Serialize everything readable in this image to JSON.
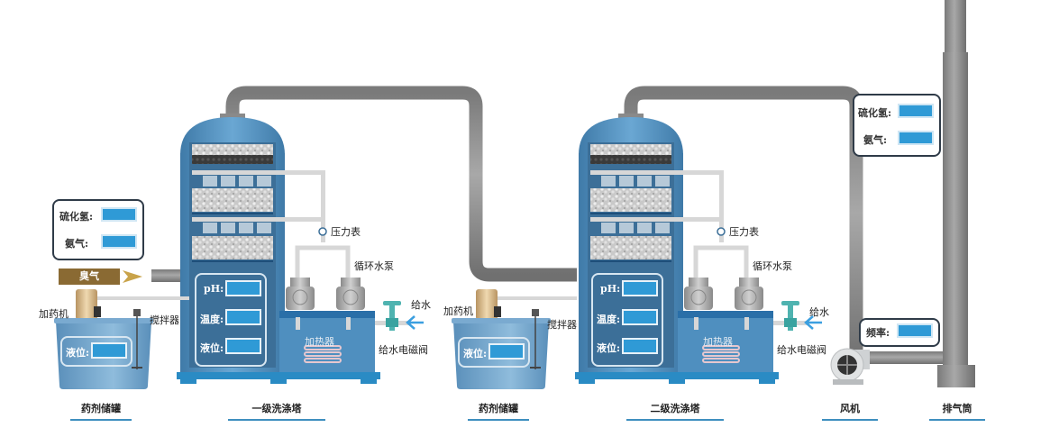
{
  "diagram": {
    "title": "Two-stage scrubber tower deodorization process",
    "colors": {
      "tower_blue": "#4f8fbf",
      "tower_dark": "#3c6f98",
      "pipe_gray": "#8f8f8f",
      "readout_blue": "#2f9ad6",
      "odor_brown": "#8a6a33",
      "caption_underline": "#3e8fbf"
    },
    "inlet": {
      "label": "臭气"
    },
    "gas_monitor_inlet": {
      "h2s_label": "硫化氢:",
      "h2s_value": "",
      "nh3_label": "氨气:",
      "nh3_value": ""
    },
    "gas_monitor_outlet": {
      "h2s_label": "硫化氢:",
      "h2s_value": "",
      "nh3_label": "氨气:",
      "nh3_value": ""
    },
    "stage1": {
      "tank": {
        "caption": "药剂储罐",
        "dosing_label": "加药机",
        "stirrer_label": "搅拌器",
        "level_label": "液位:",
        "level_value": ""
      },
      "tower": {
        "caption": "一级洗涤塔",
        "ph_label": "pH:",
        "ph_value": "",
        "temp_label": "温度:",
        "temp_value": "",
        "level_label": "液位:",
        "level_value": "",
        "heater_label": "加热器",
        "gauge_label": "压力表",
        "pump_label": "循环水泵",
        "water_label": "给水",
        "valve_label": "给水电磁阀"
      }
    },
    "stage2": {
      "tank": {
        "caption": "药剂储罐",
        "dosing_label": "加药机",
        "stirrer_label": "搅拌器",
        "level_label": "液位:",
        "level_value": ""
      },
      "tower": {
        "caption": "二级洗涤塔",
        "ph_label": "pH:",
        "ph_value": "",
        "temp_label": "温度:",
        "temp_value": "",
        "level_label": "液位:",
        "level_value": "",
        "heater_label": "加热器",
        "gauge_label": "压力表",
        "pump_label": "循环水泵",
        "water_label": "给水",
        "valve_label": "给水电磁阀"
      }
    },
    "fan": {
      "caption": "风机",
      "freq_label": "频率:",
      "freq_value": ""
    },
    "stack": {
      "caption": "排气筒"
    }
  }
}
